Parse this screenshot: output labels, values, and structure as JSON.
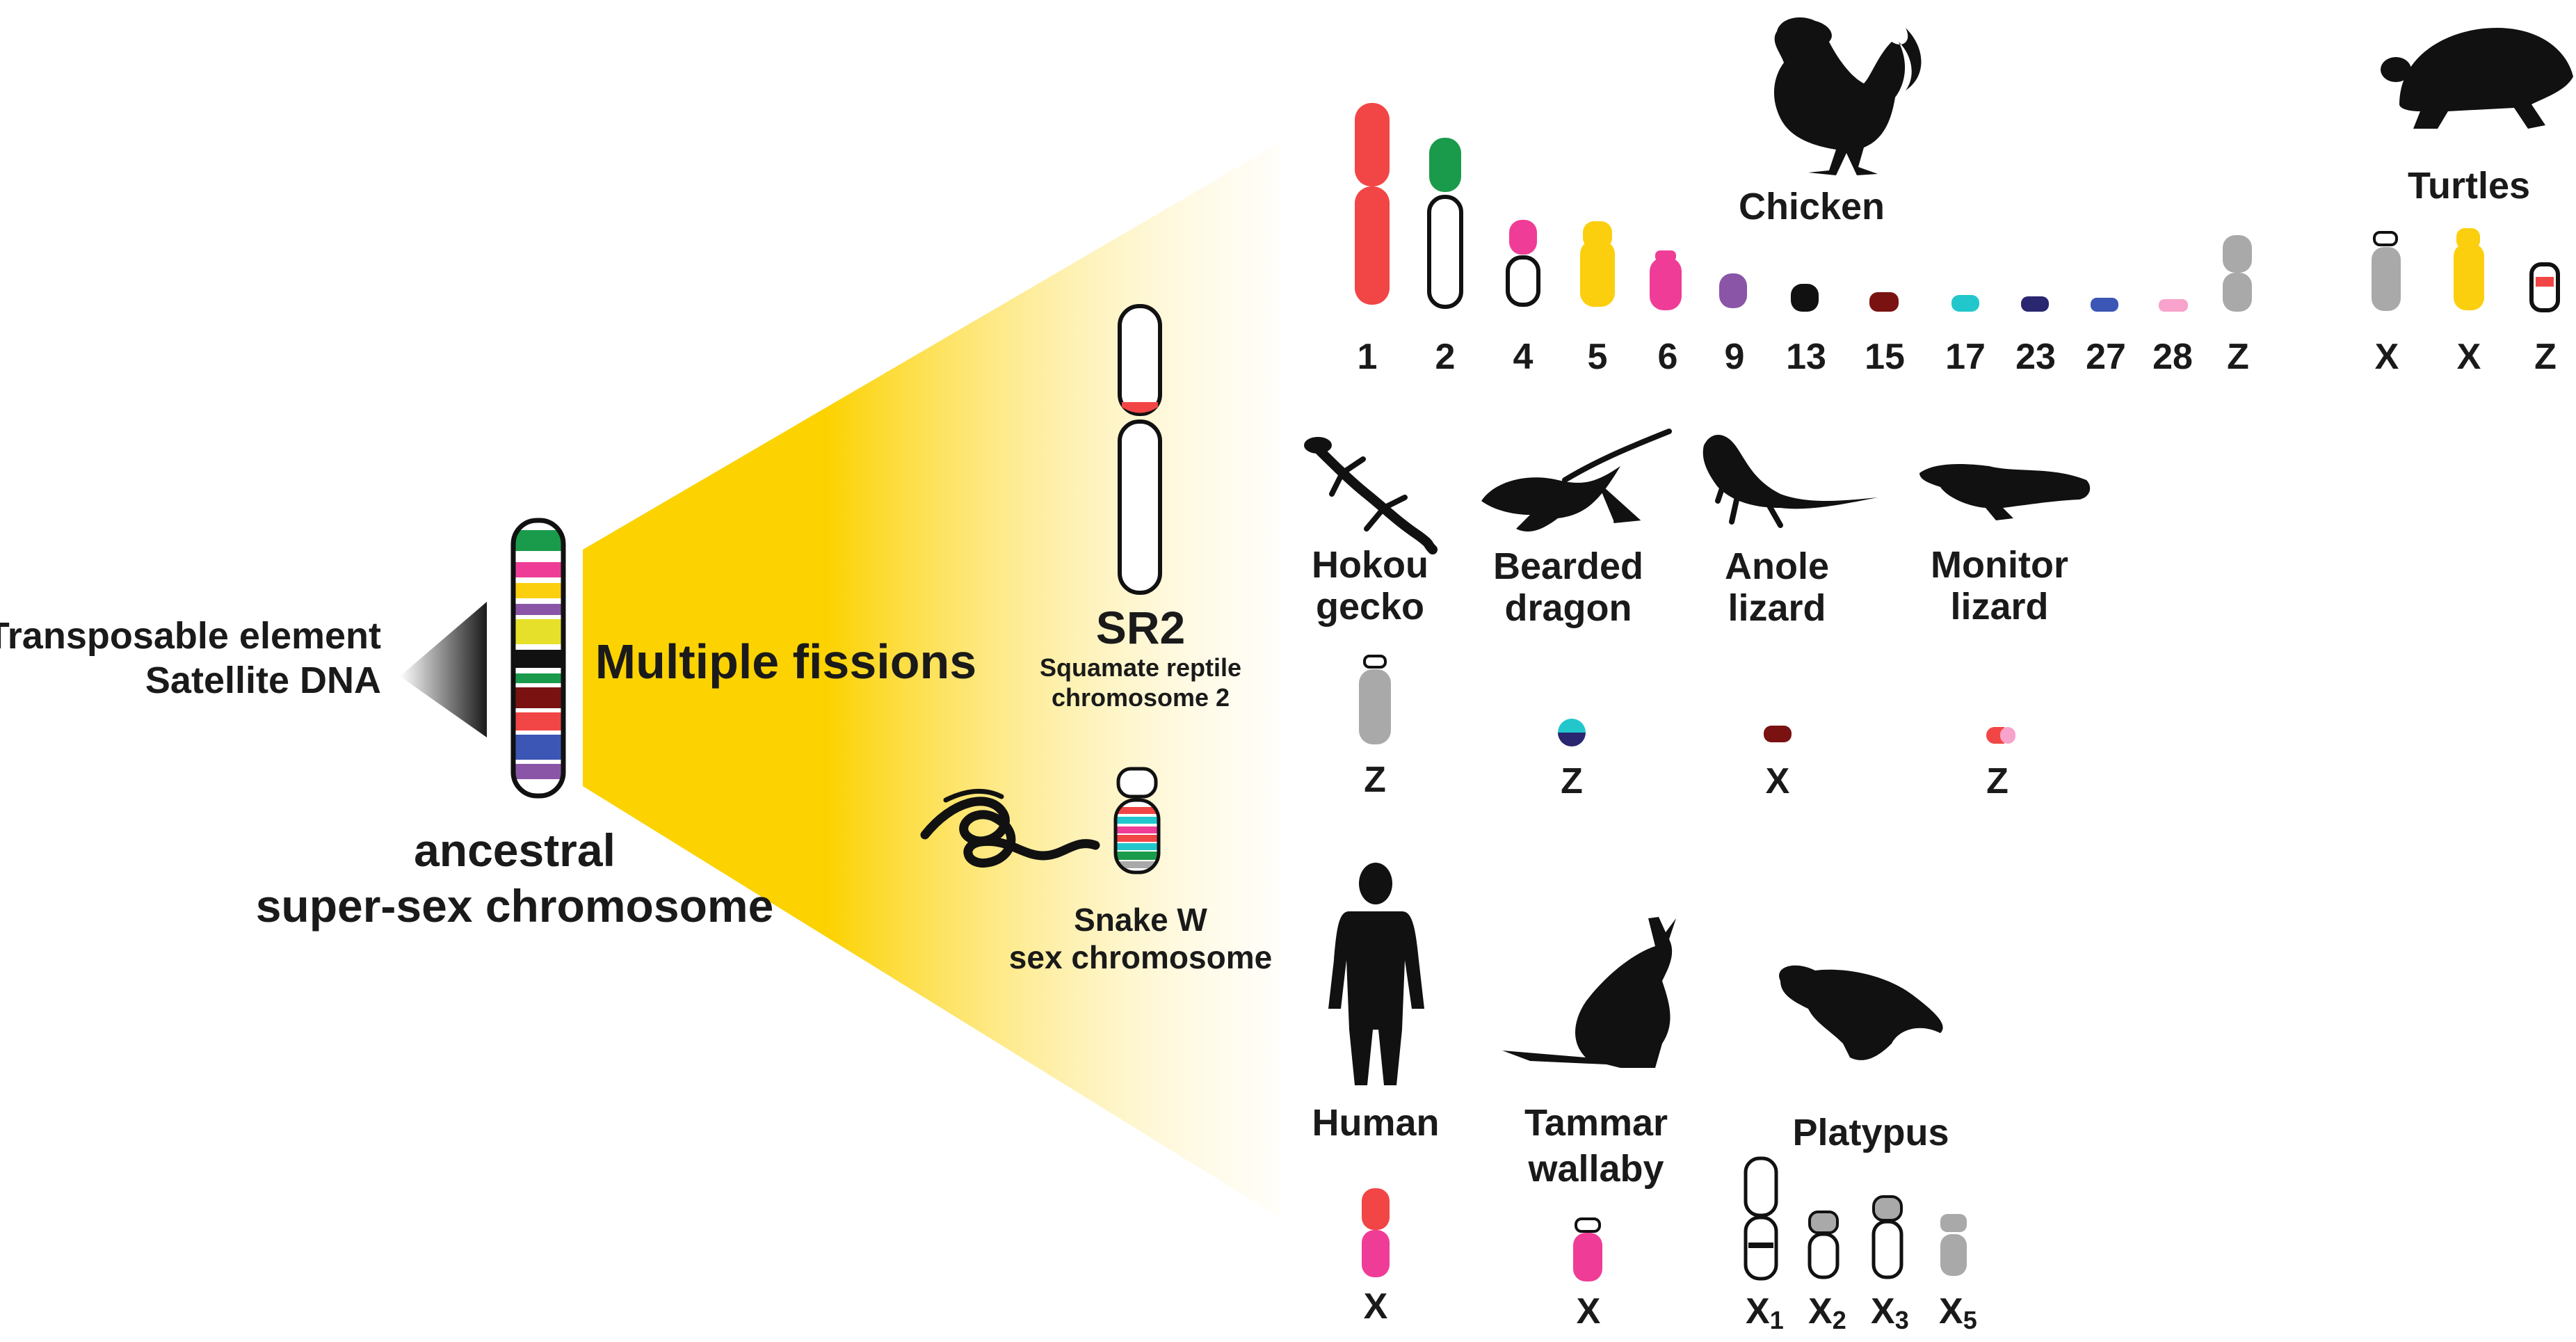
{
  "left": {
    "repeat_line1": "Transposable element",
    "repeat_line2": "Satellite DNA",
    "ancestral_line1": "ancestral",
    "ancestral_line2": "super-sex chromosome",
    "fission_label": "Multiple fissions"
  },
  "sr2": {
    "title": "SR2",
    "subtitle_line1": "Squamate reptile",
    "subtitle_line2": "chromosome 2"
  },
  "snake": {
    "line1": "Snake W",
    "line2": "sex chromosome"
  },
  "chicken": {
    "name": "Chicken",
    "chromosomes": [
      "1",
      "2",
      "4",
      "5",
      "6",
      "9",
      "13",
      "15",
      "17",
      "23",
      "27",
      "28",
      "Z"
    ]
  },
  "turtles": {
    "name": "Turtles",
    "chromosomes": [
      "X",
      "X",
      "Z"
    ]
  },
  "lizards": [
    {
      "line1": "Hokou",
      "line2": "gecko",
      "chrom": "Z"
    },
    {
      "line1": "Bearded",
      "line2": "dragon",
      "chrom": "Z"
    },
    {
      "line1": "Anole",
      "line2": "lizard",
      "chrom": "X"
    },
    {
      "line1": "Monitor",
      "line2": "lizard",
      "chrom": "Z"
    }
  ],
  "mammals": {
    "human": {
      "name": "Human",
      "chrom": "X"
    },
    "wallaby": {
      "line1": "Tammar",
      "line2": "wallaby",
      "chrom": "X"
    },
    "platypus": {
      "name": "Platypus",
      "chromosomes": [
        "X",
        "X",
        "X",
        "X"
      ],
      "subscripts": [
        "1",
        "2",
        "3",
        "5"
      ]
    }
  },
  "colors": {
    "red": "#f24545",
    "green": "#1a9b4b",
    "magenta": "#ef3d97",
    "yellow": "#fccf0e",
    "purple": "#8a55a7",
    "black": "#111111",
    "maroon": "#7a1212",
    "cyan": "#22c7cc",
    "navy": "#2a2670",
    "blue": "#3b56b5",
    "pink": "#f7a3cb",
    "gray": "#a9a9a9",
    "fission_yellow": "#fcd200"
  },
  "icons": [
    "chicken-silhouette",
    "turtle-silhouette",
    "gecko-silhouette",
    "bearded-dragon-silhouette",
    "anole-silhouette",
    "monitor-lizard-silhouette",
    "snake-silhouette",
    "human-silhouette",
    "wallaby-silhouette",
    "platypus-silhouette"
  ]
}
